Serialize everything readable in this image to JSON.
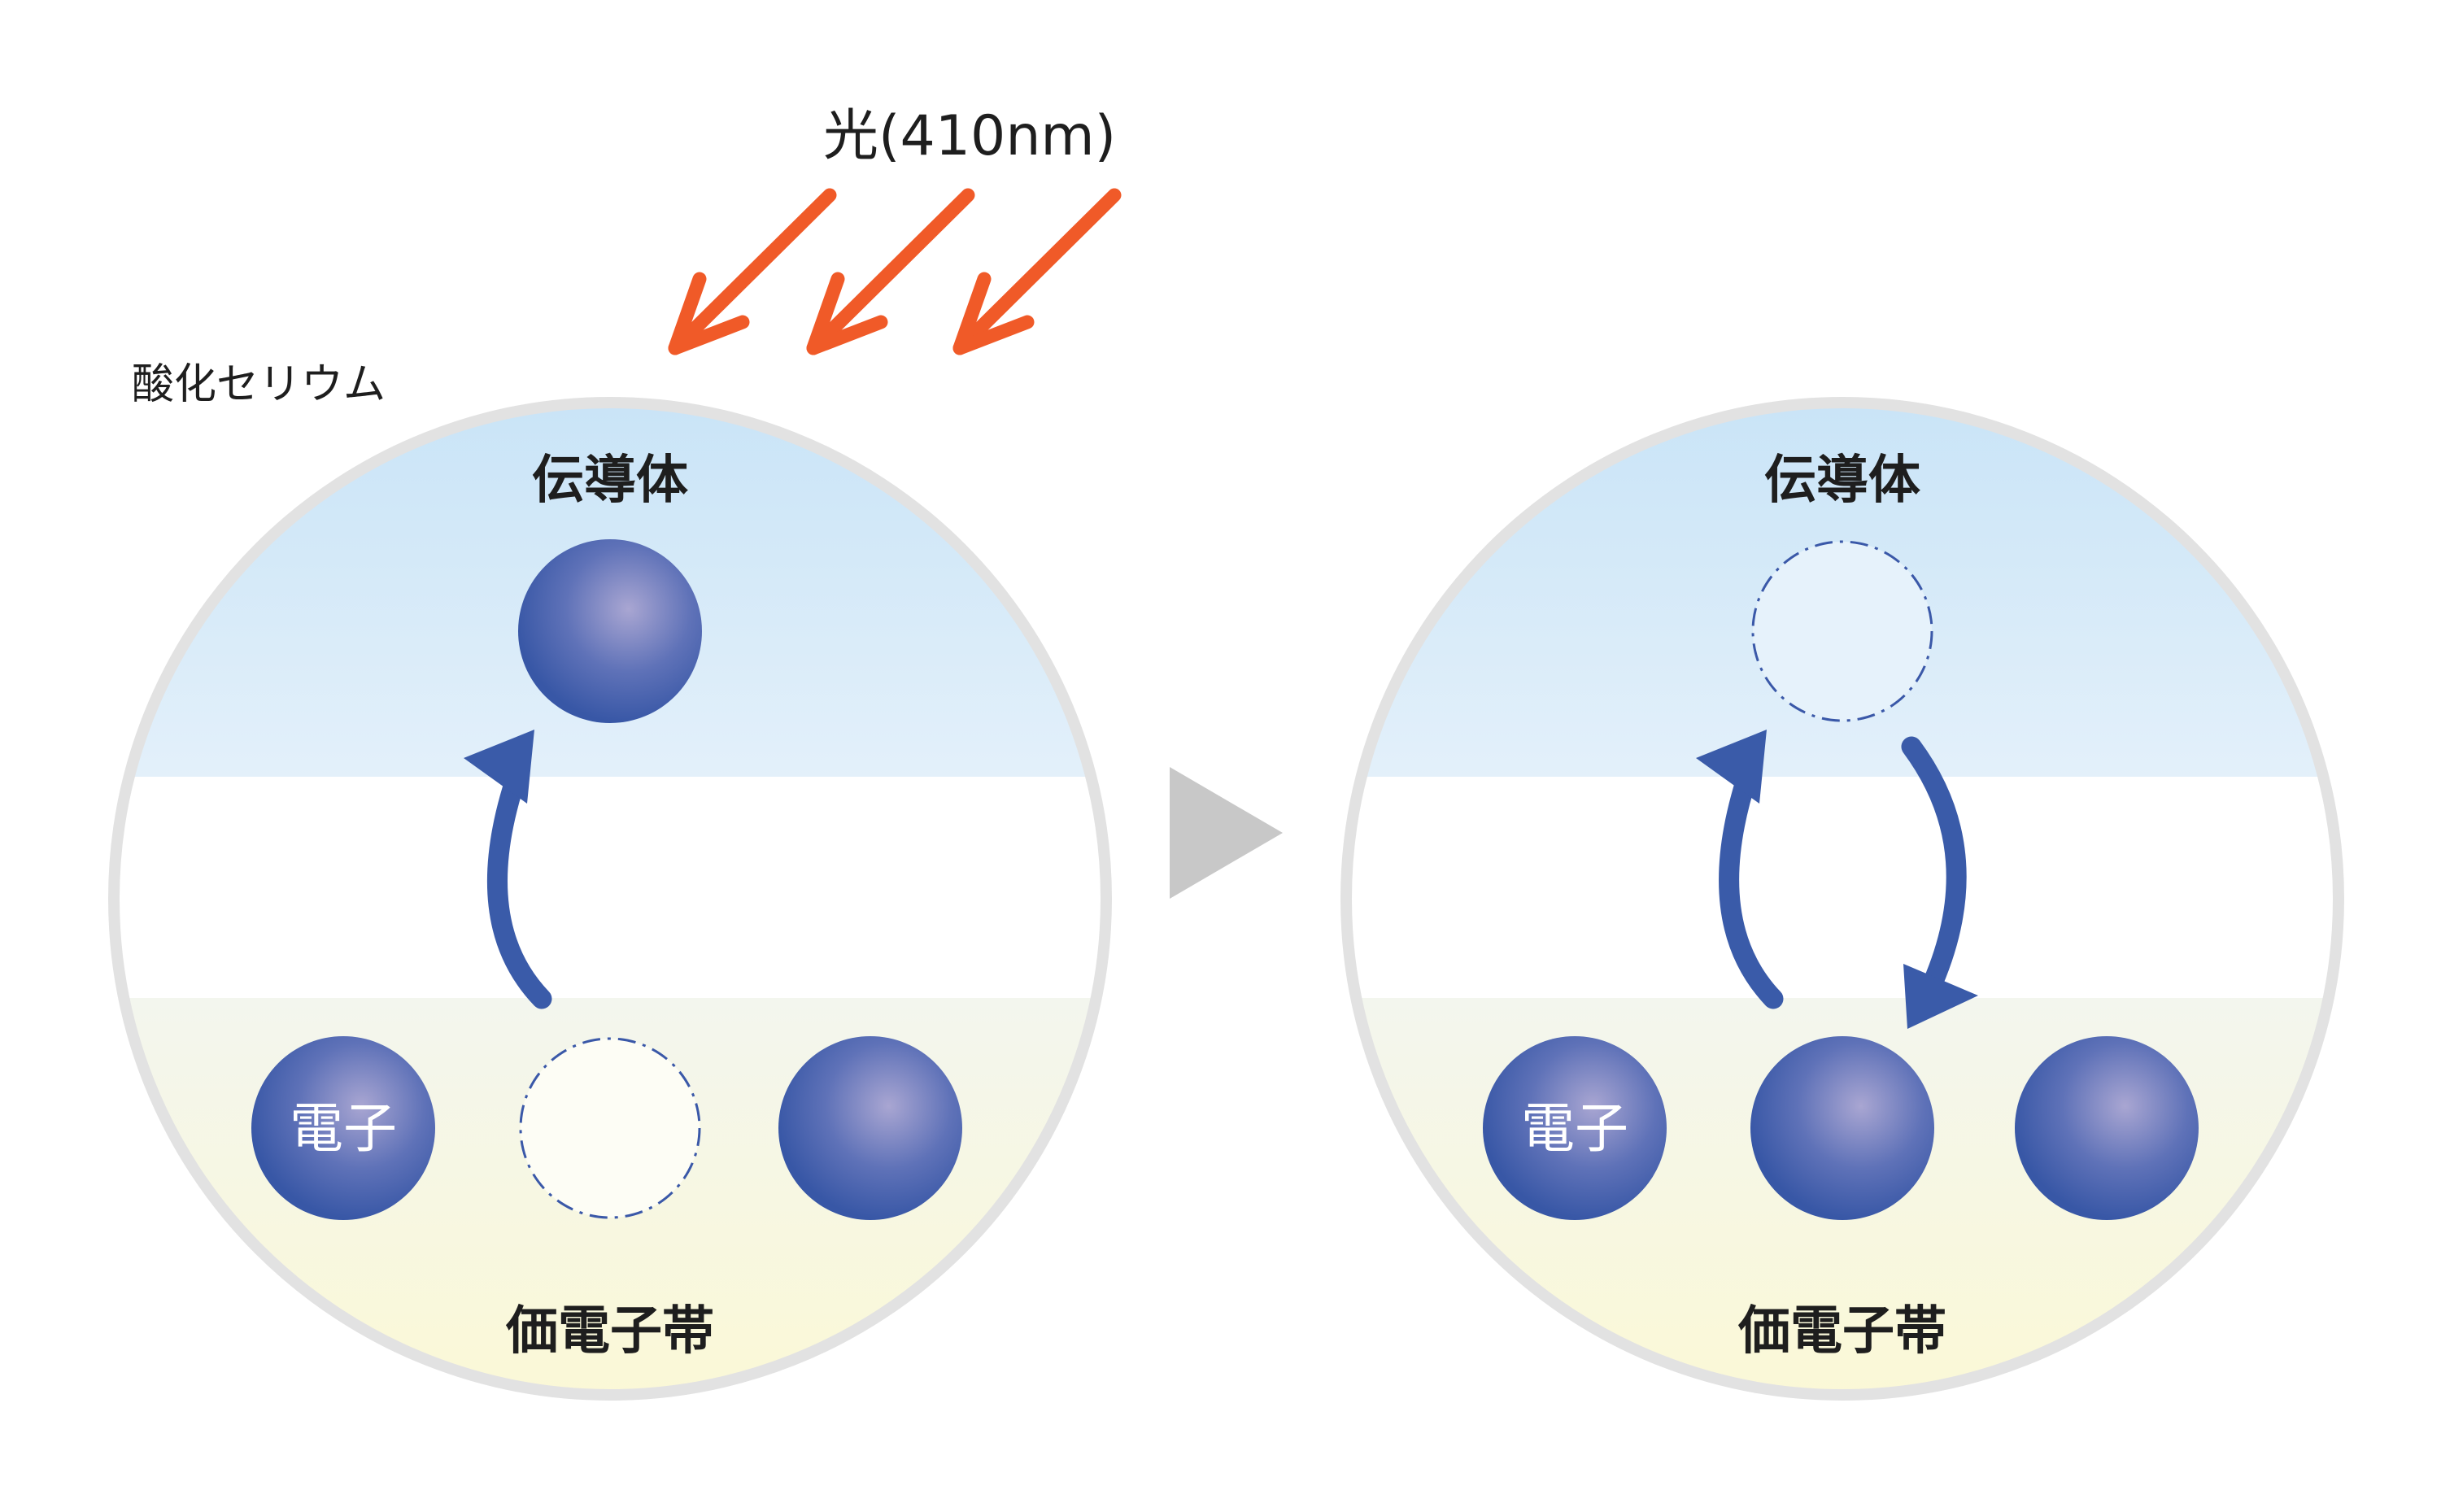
{
  "light": {
    "label": "光(410nm)",
    "color": "#f05a28"
  },
  "material": {
    "label": "酸化セリウム"
  },
  "left": {
    "conduction_band": "伝導体",
    "valence_band": "価電子帯",
    "electron_label": "電子"
  },
  "right": {
    "conduction_band": "伝導体",
    "valence_band": "価電子帯",
    "electron_label": "電子"
  },
  "colors": {
    "electron": "#3a58a8",
    "arrow": "#3a5ba9",
    "conduction_band": "#cfe6f7",
    "valence_band": "#fbf8d8",
    "ring": "#e2e2e2",
    "transition_triangle": "#c9c9c9"
  }
}
